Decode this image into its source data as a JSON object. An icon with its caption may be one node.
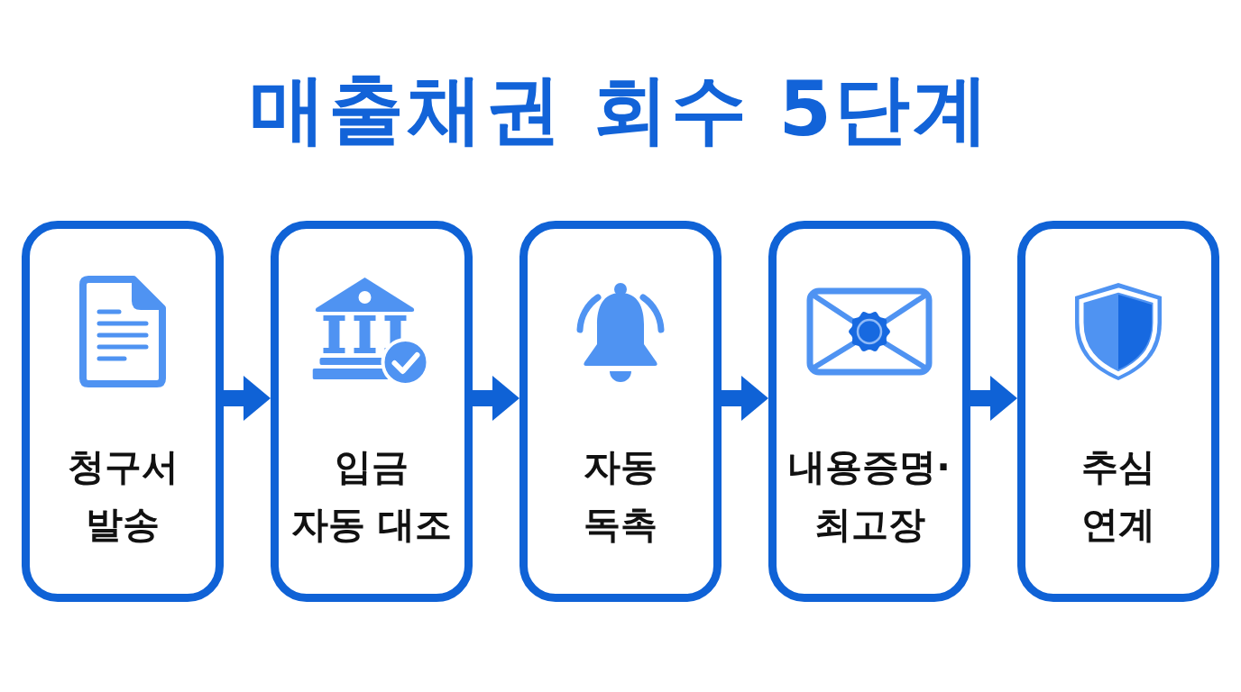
{
  "diagram": {
    "title": "매출채권 회수 5단계",
    "nodes": [
      {
        "text": [
          "청구서 발송"
        ]
      },
      {
        "text": [
          "입금 자동 대조"
        ]
      },
      {
        "text": [
          "자동 독촉"
        ]
      },
      {
        "text": [
          "내용증명· 최고장"
        ]
      },
      {
        "text": [
          "추심 연계"
        ]
      }
    ],
    "edges": [
      {
        "from": 0,
        "to": 1,
        "arrow": "to"
      },
      {
        "from": 1,
        "to": 2,
        "arrow": "to"
      },
      {
        "from": 2,
        "to": 3,
        "arrow": "to"
      },
      {
        "from": 3,
        "to": 4,
        "arrow": "to"
      }
    ]
  }
}
